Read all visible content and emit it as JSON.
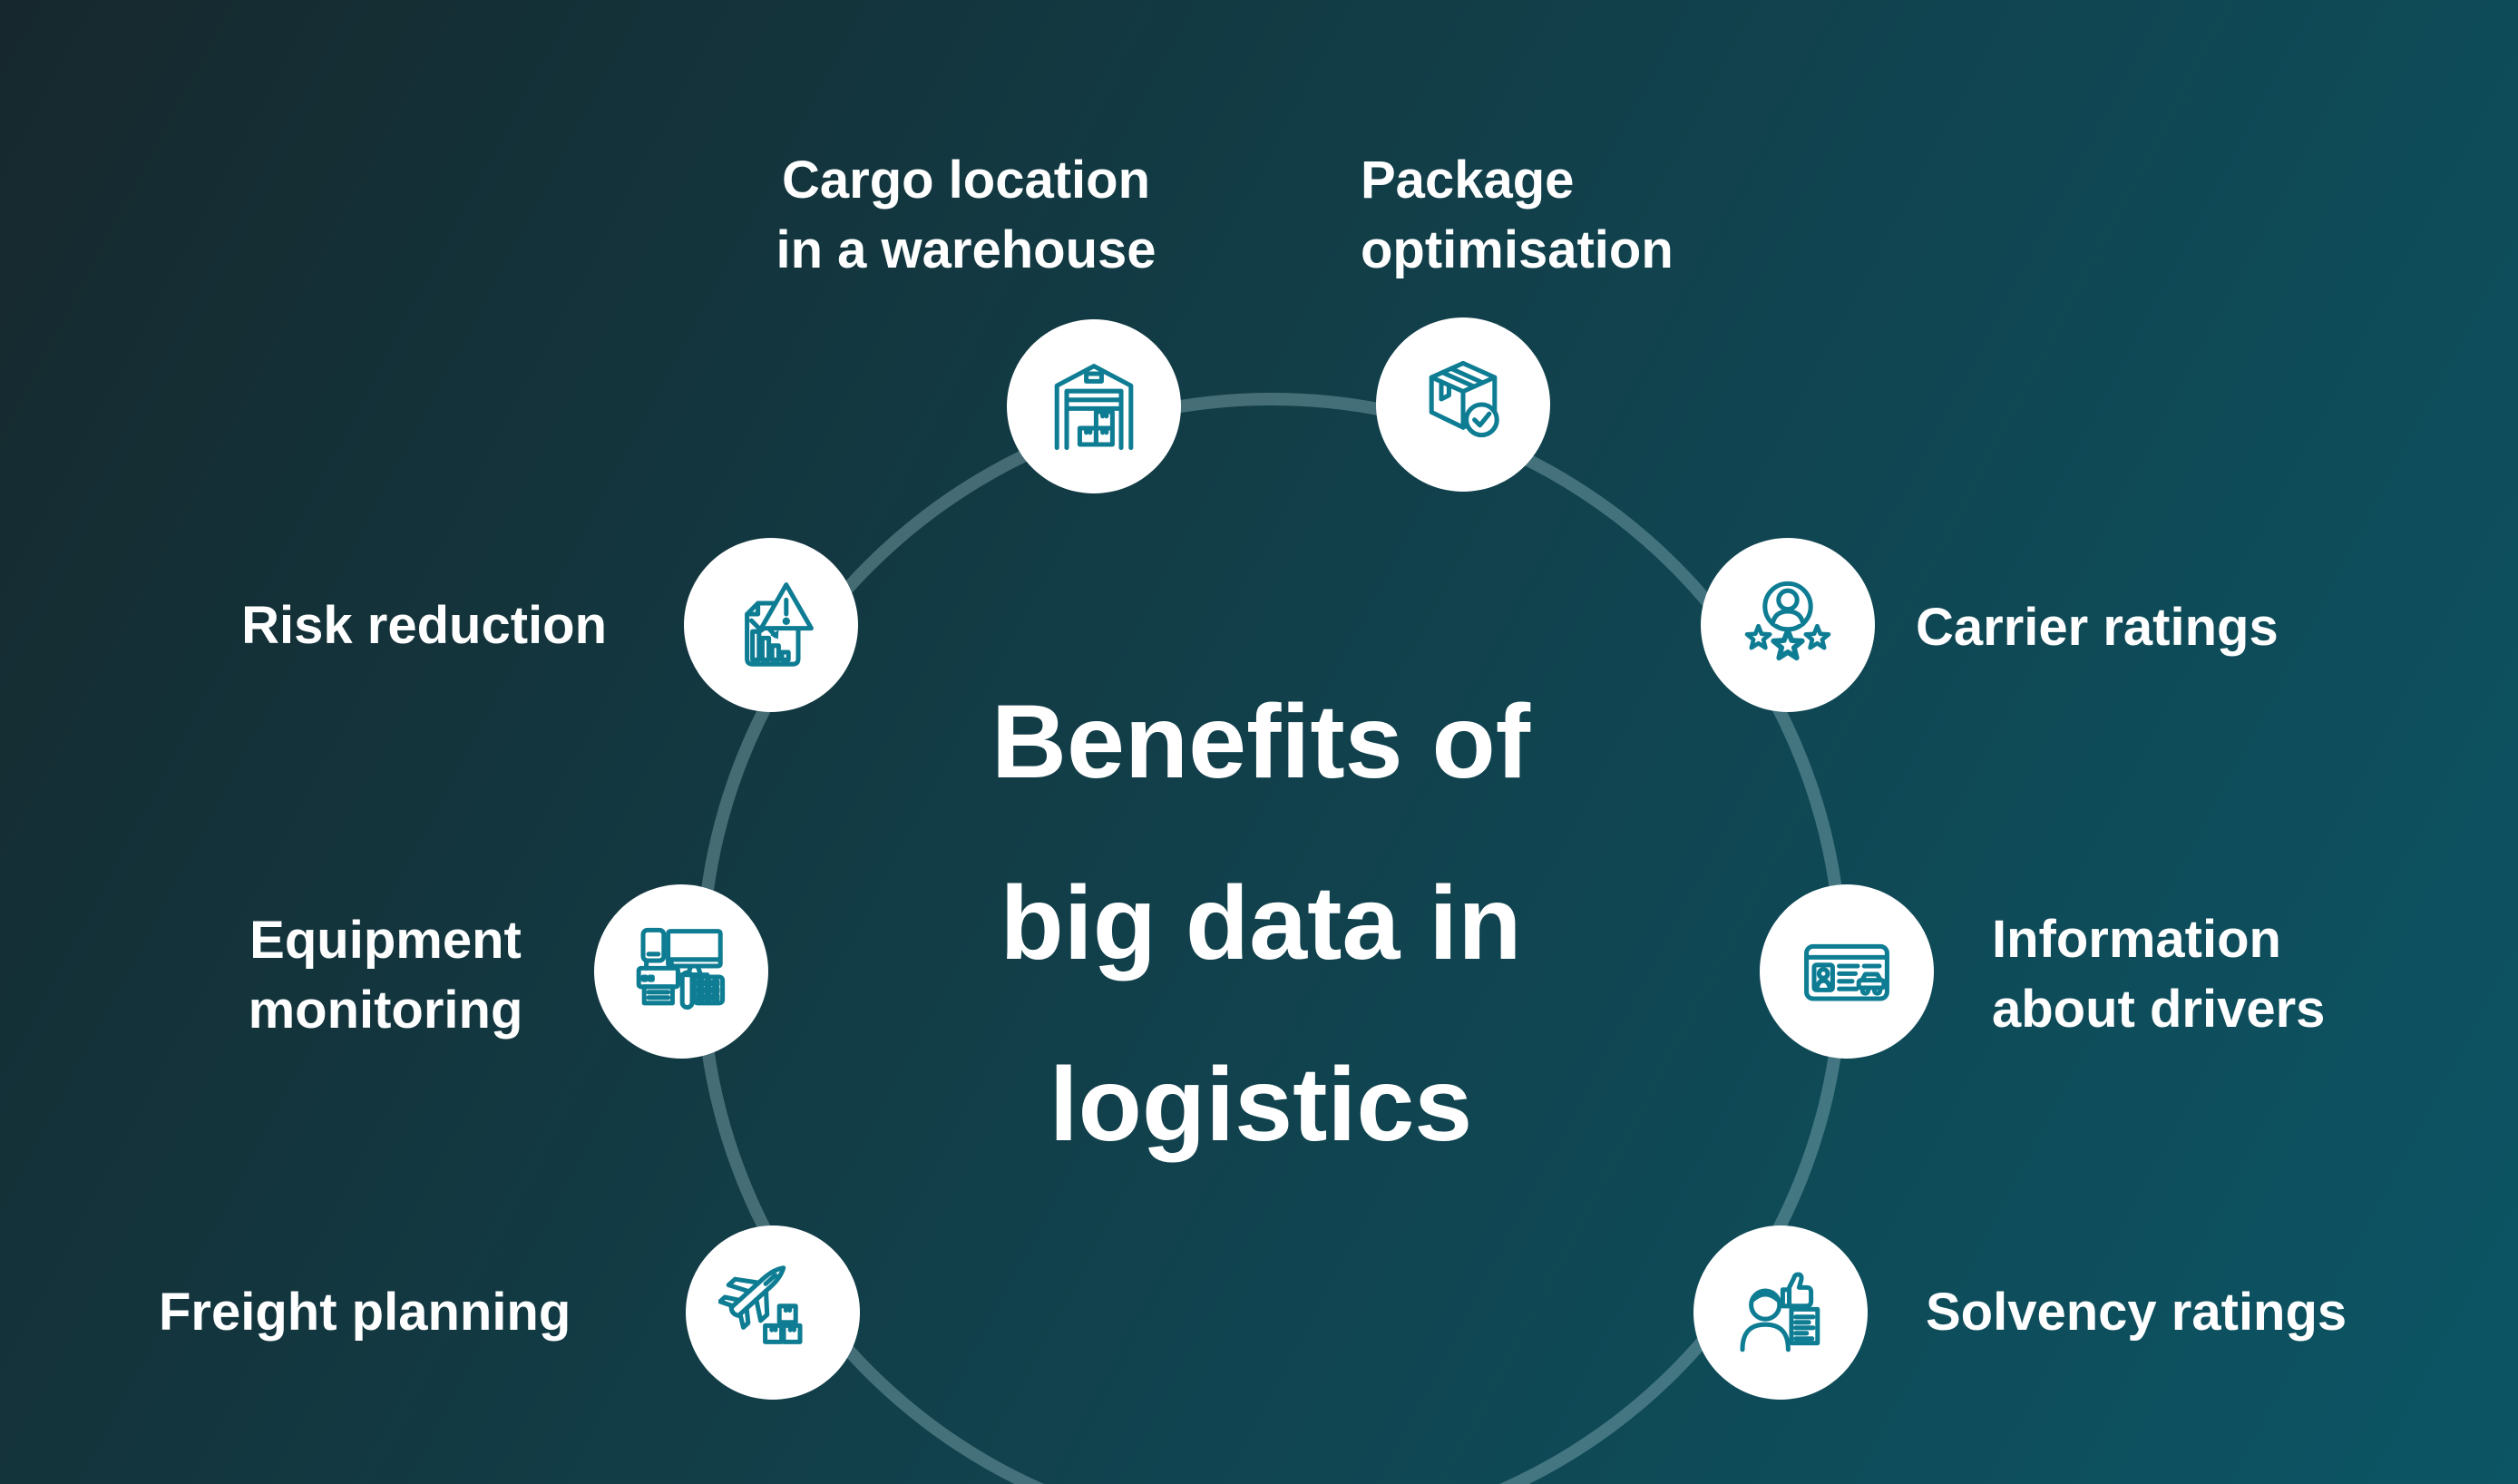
{
  "title": {
    "lines": [
      "Benefits of",
      "big data in",
      "logistics"
    ]
  },
  "items": [
    {
      "id": "cargo-location",
      "label_lines": [
        "Cargo location",
        "in a warehouse"
      ],
      "icon": "warehouse-icon"
    },
    {
      "id": "package-optimisation",
      "label_lines": [
        "Package",
        "optimisation"
      ],
      "icon": "package-check-icon"
    },
    {
      "id": "carrier-ratings",
      "label_lines": [
        "Carrier ratings"
      ],
      "icon": "person-stars-icon"
    },
    {
      "id": "information-about-drivers",
      "label_lines": [
        "Information",
        "about drivers"
      ],
      "icon": "driver-license-icon"
    },
    {
      "id": "solvency-ratings",
      "label_lines": [
        "Solvency ratings"
      ],
      "icon": "person-thumbs-up-document-icon"
    },
    {
      "id": "freight-planning",
      "label_lines": [
        "Freight planning"
      ],
      "icon": "airplane-cargo-icon"
    },
    {
      "id": "equipment-monitoring",
      "label_lines": [
        "Equipment",
        "monitoring"
      ],
      "icon": "office-equipment-icon"
    },
    {
      "id": "risk-reduction",
      "label_lines": [
        "Risk reduction"
      ],
      "icon": "risk-chart-warning-icon"
    }
  ],
  "colors": {
    "accent": "#0e7d93",
    "background_start": "#16282d",
    "background_end": "#0c5565",
    "ring": "rgba(178,216,222,0.32)",
    "icon_background": "#ffffff",
    "text": "#ffffff"
  }
}
